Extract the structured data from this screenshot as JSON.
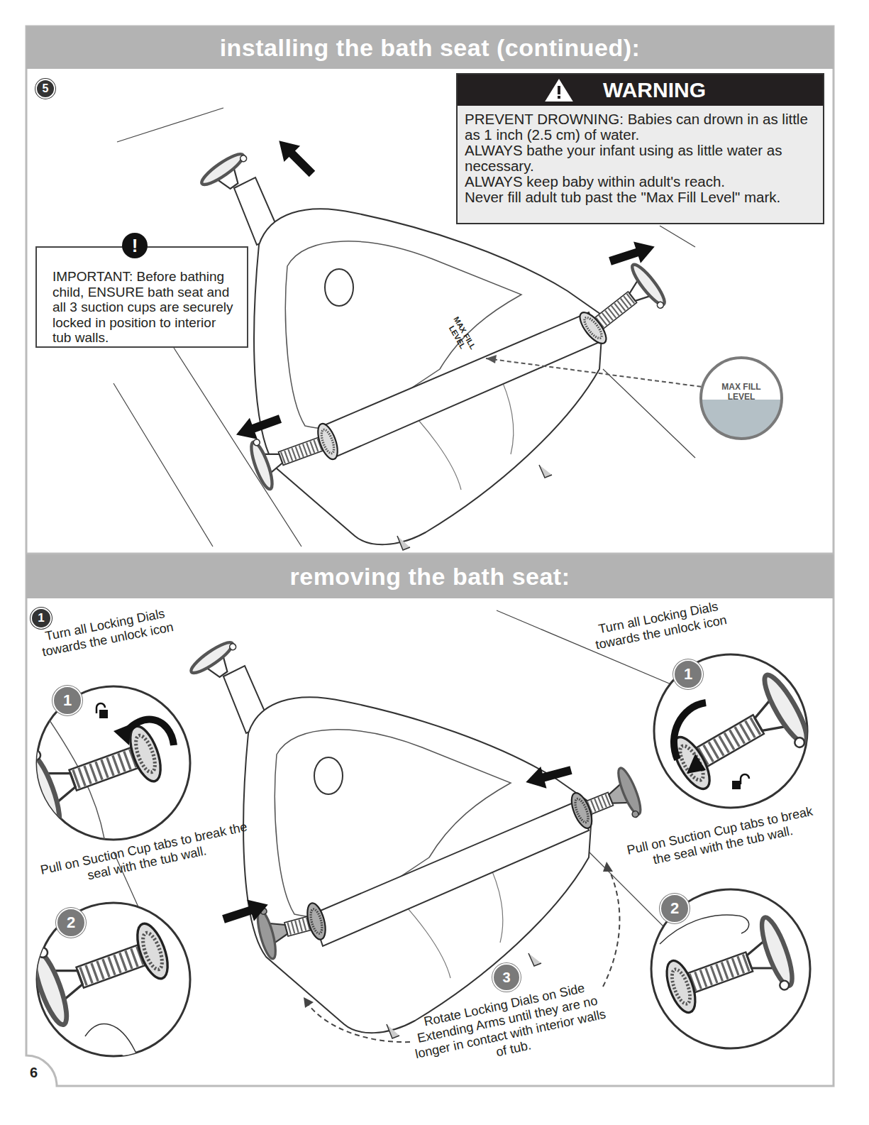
{
  "diagram": {
    "nodes": [
      {
        "text": [
          "installing the bath seat (continued):"
        ]
      },
      {
        "text": [
          "WARNING",
          "PREVENT DROWNING: Babies can drown in as little as 1 inch (2.5 cm) of water.",
          "ALWAYS bathe your infant using as little water as necessary.",
          "ALWAYS keep baby within adult's reach.",
          "Never fill adult tub past the \"Max Fill Level\" mark."
        ]
      },
      {
        "text": [
          "IMPORTANT: Before bathing child, ENSURE bath seat and all 3 suction cups are securely locked in position to interior tub walls."
        ]
      },
      {
        "text": [
          "MAX FILL LEVEL"
        ]
      },
      {
        "text": [
          "removing the bath seat:"
        ]
      }
    ],
    "labels": [
      "5",
      "MAX FILL LEVEL",
      "!",
      "1",
      "Turn all Locking Dials towards the unlock icon",
      "1",
      "Pull on Suction Cup tabs to break the seal with the tub wall.",
      "2",
      "Turn all Locking Dials towards the unlock icon",
      "1",
      "Pull on Suction Cup tabs to break the seal with the tub wall.",
      "2",
      "3",
      "Rotate Locking Dials on Side Extending Arms until they are no longer in contact with interior walls of tub.",
      "6"
    ]
  }
}
